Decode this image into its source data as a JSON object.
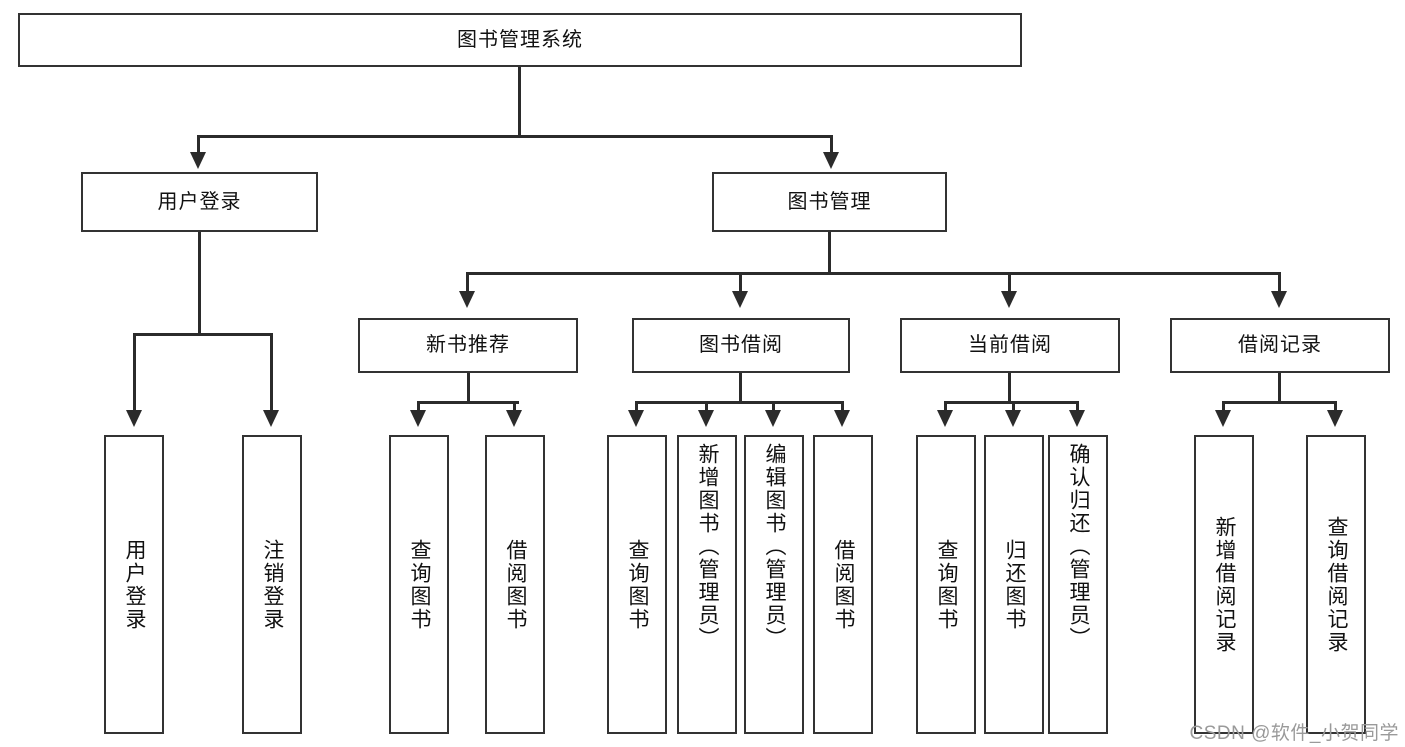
{
  "diagram": {
    "title": "图书管理系统",
    "type": "tree",
    "root": {
      "label": "图书管理系统"
    },
    "level2": [
      {
        "label": "用户登录"
      },
      {
        "label": "图书管理"
      }
    ],
    "level3": [
      {
        "label": "新书推荐"
      },
      {
        "label": "图书借阅"
      },
      {
        "label": "当前借阅"
      },
      {
        "label": "借阅记录"
      }
    ],
    "leaves": {
      "user_login": [
        {
          "label": "用户登录"
        },
        {
          "label": "注销登录"
        }
      ],
      "new_book_recommend": [
        {
          "label": "查询图书"
        },
        {
          "label": "借阅图书"
        }
      ],
      "book_borrow": [
        {
          "label": "查询图书"
        },
        {
          "label": "新增图书（管理员）"
        },
        {
          "label": "编辑图书（管理员）"
        },
        {
          "label": "借阅图书"
        }
      ],
      "current_borrow": [
        {
          "label": "查询图书"
        },
        {
          "label": "归还图书"
        },
        {
          "label": "确认归还（管理员）"
        }
      ],
      "borrow_record": [
        {
          "label": "新增借阅记录"
        },
        {
          "label": "查询借阅记录"
        }
      ]
    }
  },
  "watermark": {
    "text": "CSDN @软件_小贺同学"
  },
  "colors": {
    "box_border": "#333333",
    "connector": "#2b2b2b",
    "background": "#ffffff",
    "text": "#111111",
    "watermark": "#9a9a9a"
  }
}
